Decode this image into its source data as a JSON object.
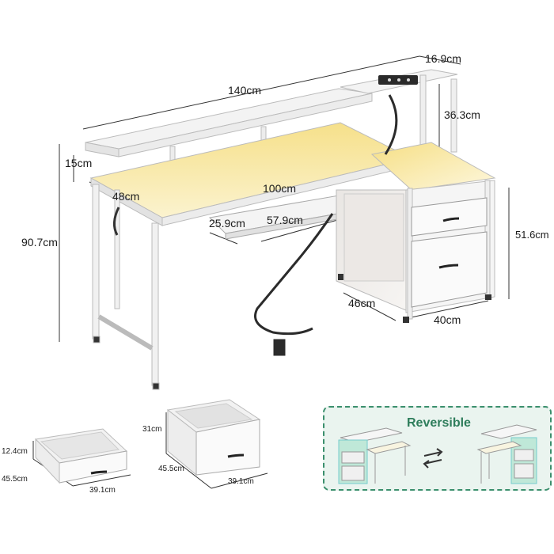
{
  "dimensions": {
    "top_depth": "16.9cm",
    "desk_width": "140cm",
    "shelf_height": "36.3cm",
    "monitor_riser_height": "15cm",
    "desk_depth": "48cm",
    "main_width": "100cm",
    "keyboard_tray_depth": "25.9cm",
    "keyboard_tray_width": "57.9cm",
    "total_height": "90.7cm",
    "cabinet_height": "51.6cm",
    "cabinet_depth": "46cm",
    "cabinet_width": "40cm",
    "small_drawer_height": "12.4cm",
    "small_drawer_depth": "45.5cm",
    "small_drawer_width": "39.1cm",
    "large_drawer_height": "31cm",
    "large_drawer_depth": "45.5cm",
    "large_drawer_width": "39.1cm"
  },
  "reversible": {
    "label": "Reversible",
    "swap_icon": "swap-arrows-icon"
  },
  "colors": {
    "frame": "#f0f0f0",
    "outline": "#b8b8b8",
    "led_glow": "#f3d66a",
    "accent_green": "#2e7d5b"
  }
}
